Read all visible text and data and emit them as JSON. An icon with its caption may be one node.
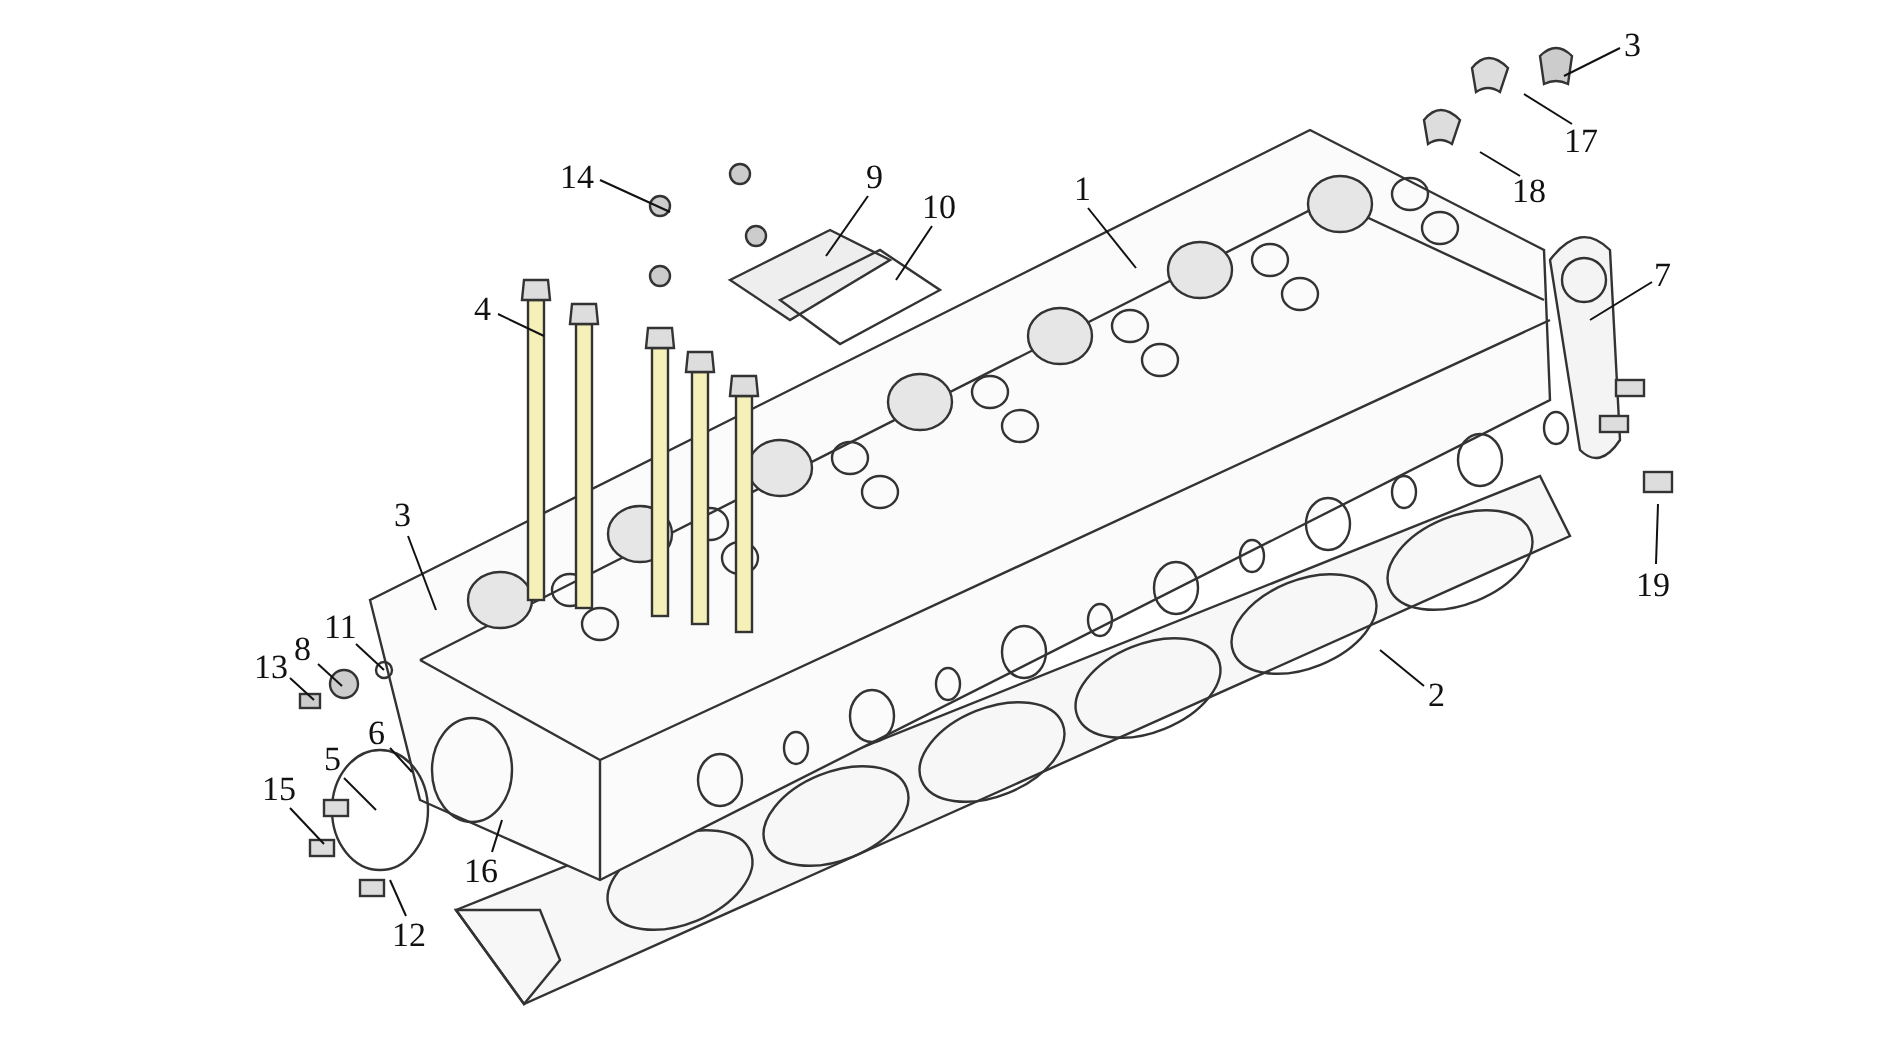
{
  "diagram": {
    "nodes": [
      {
        "text": [
          "3"
        ]
      },
      {
        "text": [
          "17"
        ]
      },
      {
        "text": [
          "18"
        ]
      },
      {
        "text": [
          "1"
        ]
      },
      {
        "text": [
          "9"
        ]
      },
      {
        "text": [
          "10"
        ]
      },
      {
        "text": [
          "14"
        ]
      },
      {
        "text": [
          "4"
        ]
      },
      {
        "text": [
          "7"
        ]
      },
      {
        "text": [
          "19"
        ]
      },
      {
        "text": [
          "3"
        ]
      },
      {
        "text": [
          "11"
        ]
      },
      {
        "text": [
          "8"
        ]
      },
      {
        "text": [
          "13"
        ]
      },
      {
        "text": [
          "2"
        ]
      },
      {
        "text": [
          "6"
        ]
      },
      {
        "text": [
          "5"
        ]
      },
      {
        "text": [
          "15"
        ]
      },
      {
        "text": [
          "16"
        ]
      },
      {
        "text": [
          "12"
        ]
      }
    ],
    "edges": [
      {
        "from": 0,
        "to": null,
        "arrow": "none"
      },
      {
        "from": 1,
        "to": null,
        "arrow": "none"
      },
      {
        "from": 2,
        "to": null,
        "arrow": "none"
      },
      {
        "from": 3,
        "to": null,
        "arrow": "none"
      },
      {
        "from": 4,
        "to": null,
        "arrow": "none"
      },
      {
        "from": 5,
        "to": null,
        "arrow": "none"
      },
      {
        "from": 6,
        "to": null,
        "arrow": "none"
      },
      {
        "from": 7,
        "to": null,
        "arrow": "none"
      },
      {
        "from": 8,
        "to": null,
        "arrow": "none"
      },
      {
        "from": 9,
        "to": null,
        "arrow": "none"
      },
      {
        "from": 10,
        "to": null,
        "arrow": "none"
      },
      {
        "from": 11,
        "to": null,
        "arrow": "none"
      },
      {
        "from": 12,
        "to": null,
        "arrow": "none"
      },
      {
        "from": 13,
        "to": null,
        "arrow": "none"
      },
      {
        "from": 14,
        "to": null,
        "arrow": "none"
      },
      {
        "from": 15,
        "to": null,
        "arrow": "none"
      },
      {
        "from": 16,
        "to": null,
        "arrow": "none"
      },
      {
        "from": 17,
        "to": null,
        "arrow": "none"
      },
      {
        "from": 18,
        "to": null,
        "arrow": "none"
      },
      {
        "from": 19,
        "to": null,
        "arrow": "none"
      }
    ]
  }
}
